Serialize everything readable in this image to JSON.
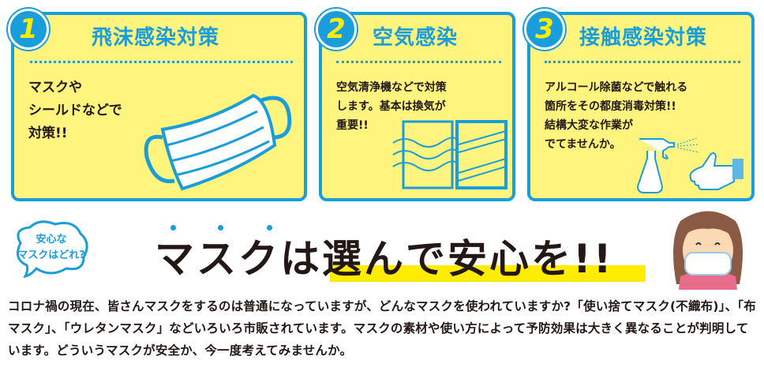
{
  "cards": [
    {
      "number": "1",
      "title": "飛沫感染対策",
      "body": "マスクや\nシールドなどで\n対策!!"
    },
    {
      "number": "2",
      "title": "空気感染",
      "body": "空気清浄機などで対策\nします。基本は換気が\n重要!!"
    },
    {
      "number": "3",
      "title": "接触感染対策",
      "body": "アルコール除菌などで触れる\n箇所をその都度消毒対策!!\n結構大変な作業が\nでてませんか。"
    }
  ],
  "bubble": "安心な\nマスクはどれ?",
  "headline": "マスクは選んで安心を!!",
  "paragraph": "コロナ禍の現在、皆さんマスクをするのは普通になっていますが、どんなマスクを使われていますか?「使い捨てマスク(不織布)」、「布マスク」、「ウレタンマスク」などいろいろ市販されています。マスクの素材や使い方によって予防効果は大きく異なることが判明しています。どういうマスクが安全か、今一度考えてみませんか。",
  "colors": {
    "blue": "#1a9edb",
    "yellow": "#fef47e",
    "highlight": "#ffec00"
  }
}
